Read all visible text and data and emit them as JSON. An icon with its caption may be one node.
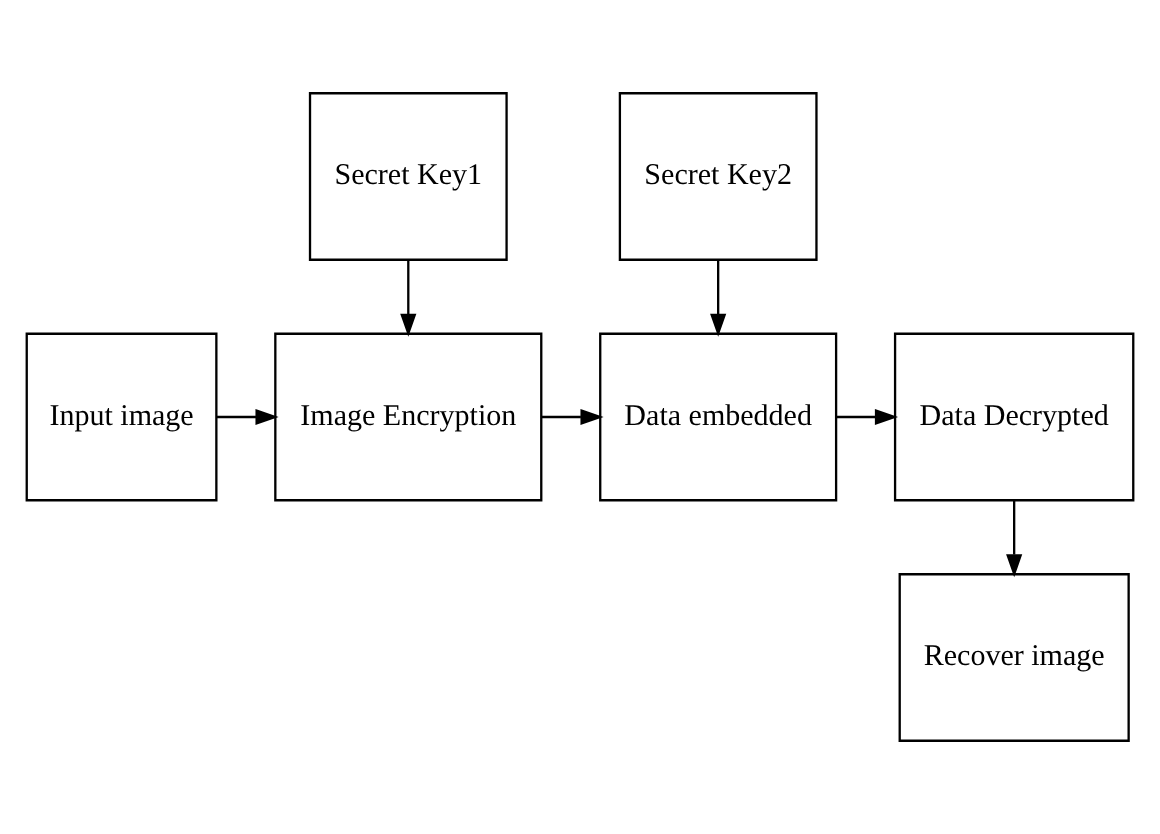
{
  "diagram": {
    "nodes": [
      {
        "text": [
          "Secret Key1"
        ]
      },
      {
        "text": [
          "Secret Key2"
        ]
      },
      {
        "text": [
          "Input image"
        ]
      },
      {
        "text": [
          "Image Encryption"
        ]
      },
      {
        "text": [
          "Data embedded"
        ]
      },
      {
        "text": [
          "Data Decrypted"
        ]
      },
      {
        "text": [
          "Recover image"
        ]
      }
    ],
    "edges": [
      {
        "from": 0,
        "to": 3,
        "arrow": "to"
      },
      {
        "from": 1,
        "to": 4,
        "arrow": "to"
      },
      {
        "from": 2,
        "to": 3,
        "arrow": "to"
      },
      {
        "from": 3,
        "to": 4,
        "arrow": "to"
      },
      {
        "from": 4,
        "to": 5,
        "arrow": "to"
      },
      {
        "from": 5,
        "to": 6,
        "arrow": "to"
      }
    ]
  }
}
